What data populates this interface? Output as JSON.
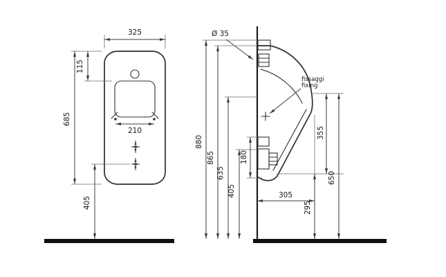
{
  "figure": {
    "front_view": {
      "dim_width": "325",
      "dim_top_offset": "115",
      "dim_height": "685",
      "dim_drain_width": "210",
      "dim_drain_height": "405"
    },
    "side_view": {
      "dim_inlet_diameter": "Ø 35",
      "fixing_label_it": "fissaggi",
      "fixing_label_en": "fixing",
      "dim_total_height": "880",
      "dim_body_top_height": "865",
      "dim_rim_inner_height": "635",
      "dim_outlet_mid_height": "405",
      "dim_bracket_spacing": "180",
      "dim_depth": "305",
      "dim_rim_to_outlet": "355",
      "dim_rim_height": "650",
      "dim_outlet_height": "295"
    },
    "colors": {
      "line": "#2d2d2d",
      "floor": "#101010",
      "background": "#ffffff"
    }
  }
}
